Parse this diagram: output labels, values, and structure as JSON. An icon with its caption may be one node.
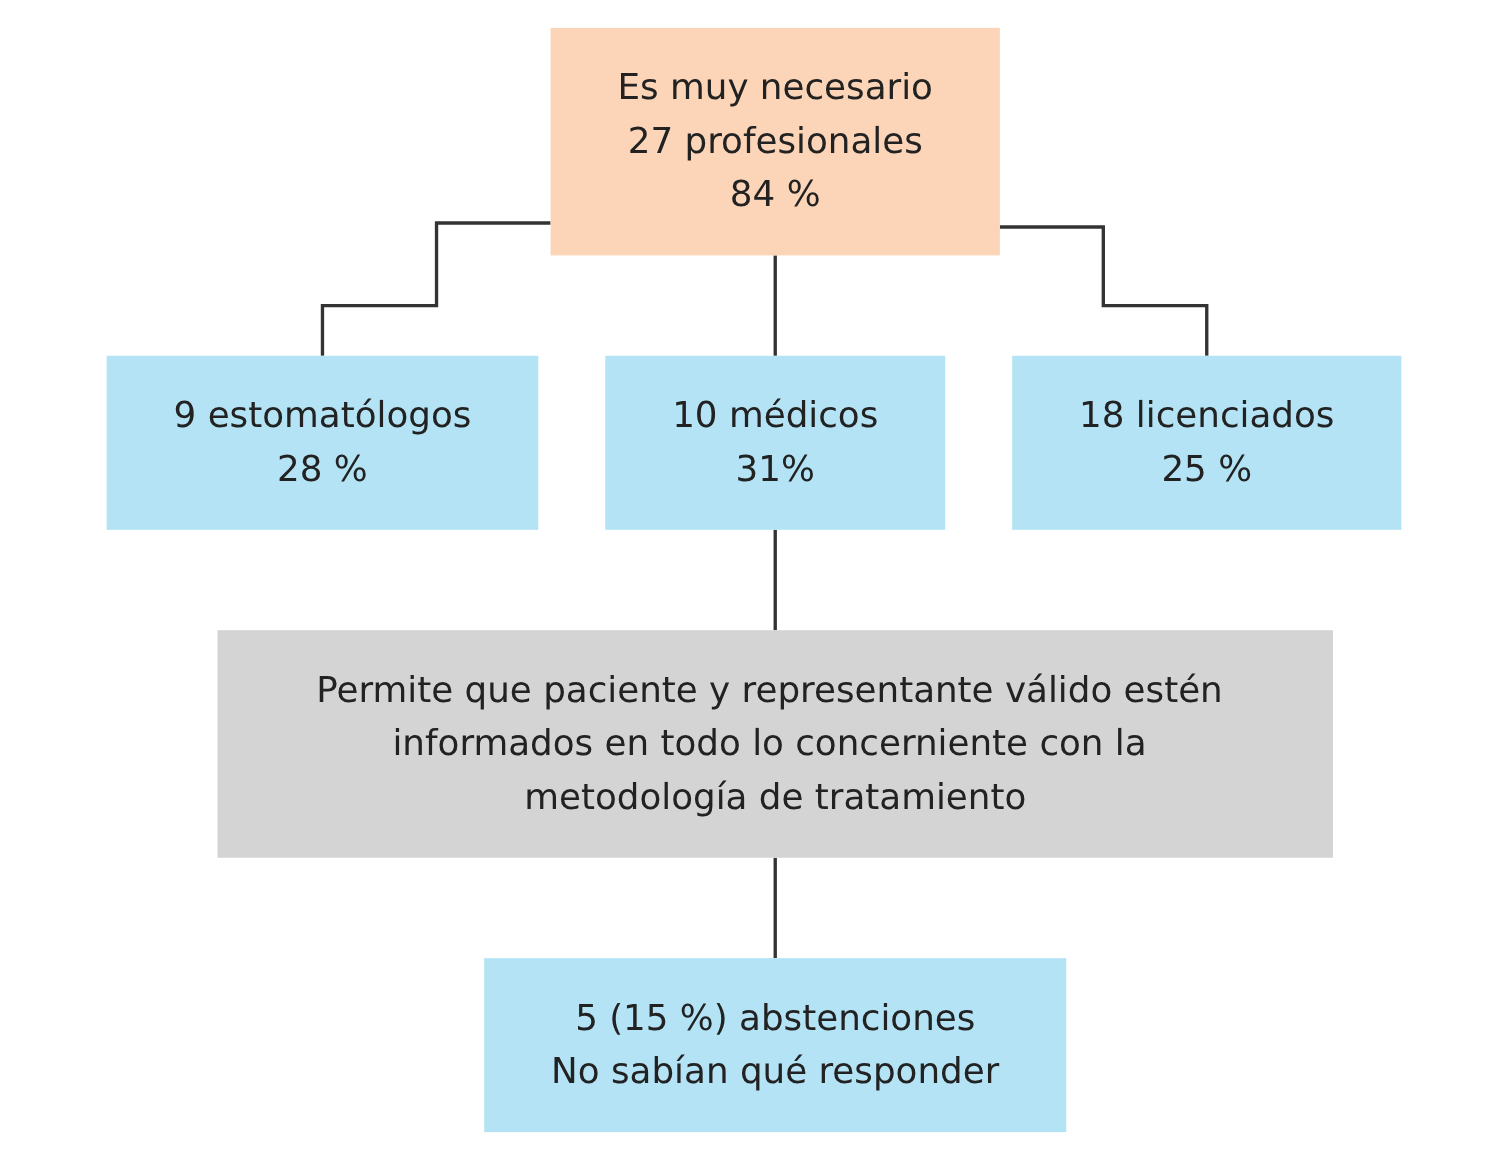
{
  "diagram": {
    "nodes": [
      {
        "text": [
          "Es muy necesario",
          "27 profesionales",
          "84 %"
        ]
      },
      {
        "text": [
          "9 estomatólogos",
          "28 %"
        ]
      },
      {
        "text": [
          "10 médicos",
          "31%"
        ]
      },
      {
        "text": [
          "18 licenciados",
          "25 %"
        ]
      },
      {
        "text": [
          "Permite que paciente y representante válido estén informados en todo lo concerniente con la metodología de tratamiento"
        ]
      },
      {
        "text": [
          "5 (15 %) abstenciones",
          "No sabían qué responder"
        ]
      }
    ],
    "edges": [
      {
        "from": 0,
        "to": 1,
        "arrow": "none"
      },
      {
        "from": 0,
        "to": 2,
        "arrow": "none"
      },
      {
        "from": 0,
        "to": 3,
        "arrow": "none"
      },
      {
        "from": 2,
        "to": 4,
        "arrow": "none"
      },
      {
        "from": 4,
        "to": 5,
        "arrow": "none"
      }
    ]
  }
}
